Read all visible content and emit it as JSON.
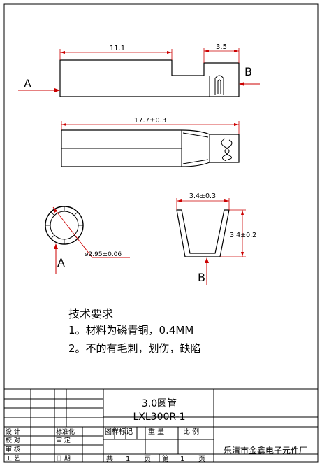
{
  "colors": {
    "line": "#000000",
    "dimension": "#cc0000",
    "background": "#ffffff"
  },
  "views": {
    "side": {
      "dim_length": "11.1",
      "dim_end": "3.5",
      "label_left": "A",
      "label_right": "B"
    },
    "top": {
      "dim_length": "17.7±0.3"
    },
    "section_a": {
      "dim_diameter": "ø2.95±0.06",
      "label": "A"
    },
    "section_b": {
      "dim_width": "3.4±0.3",
      "dim_height": "3.4±0.2",
      "label": "B"
    }
  },
  "notes": {
    "heading": "技术要求",
    "items": [
      "1。材料为磷青铜，0.4MM",
      "2。不的有毛刺，划伤，缺陷"
    ]
  },
  "title_block": {
    "part_name": "3.0圆管",
    "part_number": "LXL300R-1",
    "company": "乐清市金鑫电子元件厂",
    "rows": {
      "design": "设 计",
      "check": "校 对",
      "review": "审 核",
      "process": "工 艺",
      "standardize": "标准化",
      "approve": "审 定",
      "date": "日 期"
    },
    "mark_label": "图样标记",
    "weight_label": "重 量",
    "scale_label": "比 例",
    "total_sheets_prefix": "共",
    "total_sheets_value": "1",
    "sheet_prefix": "第",
    "sheet_value": "1",
    "sheet_unit": "页",
    "sheet_unit_2": "页"
  }
}
